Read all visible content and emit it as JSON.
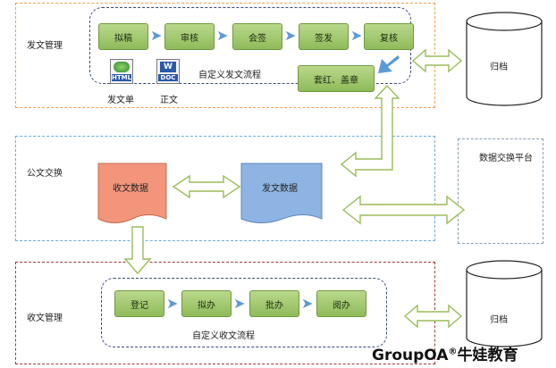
{
  "sections": {
    "dispatch": {
      "label": "发文管理",
      "flow_label": "自定义发文流程"
    },
    "exchange": {
      "label": "公文交换"
    },
    "receive": {
      "label": "收文管理",
      "flow_label": "自定义收文流程"
    }
  },
  "dispatch_steps": [
    "拟稿",
    "审核",
    "会签",
    "签发",
    "复核"
  ],
  "stamp_step": "套红、盖章",
  "doc_icons": [
    {
      "badge": "HTML",
      "caption": "发文单"
    },
    {
      "badge": "DOC",
      "caption": "正文"
    }
  ],
  "exchange_docs": {
    "receive": "收文数据",
    "send": "发文数据"
  },
  "platform_label": "数据交换平台",
  "receive_steps": [
    "登记",
    "拟办",
    "批办",
    "阅办"
  ],
  "archive_label": "归档",
  "watermark": {
    "brand": "GroupOA",
    "mark": "®",
    "suffix": "牛娃教育"
  },
  "colors": {
    "dispatch_frame": "#f0a050",
    "exchange_frame": "#6aaed6",
    "receive_frame": "#9a3a3a",
    "step_green": "#a3c974",
    "arrow_blue": "#5b9bd5",
    "receive_doc": "#f2957a",
    "send_doc": "#8eb4e3"
  }
}
